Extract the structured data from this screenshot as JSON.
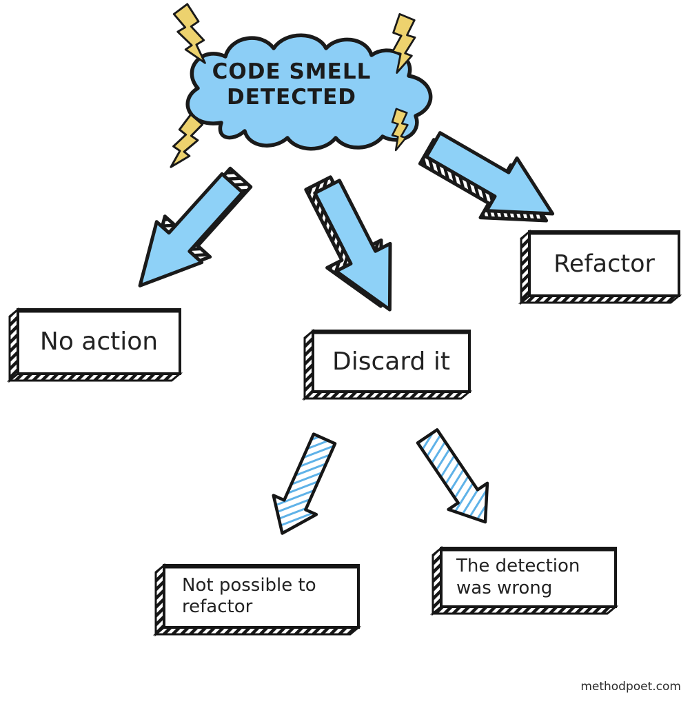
{
  "colors": {
    "background": "#ffffff",
    "outline": "#1a1a1a",
    "cloud_fill": "#8ccef6",
    "arrow_fill": "#8ed1f7",
    "bolt_fill": "#edd26e",
    "hatch_blue": "#5fb2e8"
  },
  "cloud": {
    "line1": "CODE SMELL",
    "line2": "DETECTED"
  },
  "options": {
    "no_action": "No action",
    "discard": "Discard it",
    "refactor": "Refactor"
  },
  "discard_reasons": {
    "not_possible": "Not possible to refactor",
    "detection_wrong": "The detection was wrong"
  },
  "footer": {
    "watermark": "methodpoet.com"
  }
}
